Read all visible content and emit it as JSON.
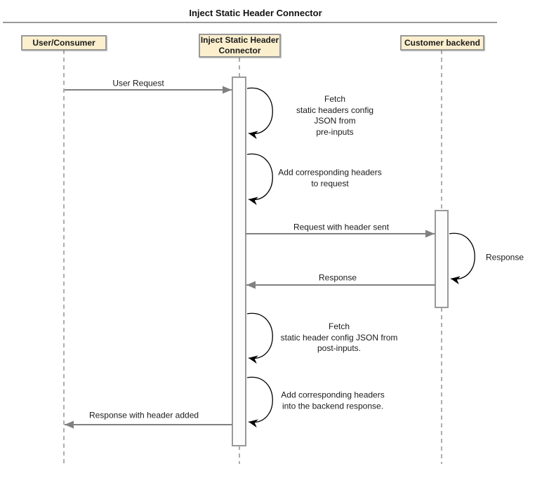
{
  "diagram": {
    "title": "Inject Static Header Connector",
    "participants": [
      {
        "id": "user",
        "label": "User/Consumer"
      },
      {
        "id": "connector",
        "label": "Inject Static Header\nConnector"
      },
      {
        "id": "backend",
        "label": "Customer backend"
      }
    ],
    "messages": [
      {
        "from": "user",
        "to": "connector",
        "label": "User Request"
      },
      {
        "from": "connector",
        "to": "backend",
        "label": "Request with header sent"
      },
      {
        "from": "backend",
        "to": "connector",
        "label": "Response"
      },
      {
        "from": "connector",
        "to": "user",
        "label": "Response with header added"
      }
    ],
    "self_messages": [
      {
        "participant": "connector",
        "label": "Fetch\nstatic headers config\nJSON from\npre-inputs"
      },
      {
        "participant": "connector",
        "label": "Add corresponding headers\nto request"
      },
      {
        "participant": "backend",
        "label": "Response"
      },
      {
        "participant": "connector",
        "label": "Fetch\nstatic header config JSON from\npost-inputs."
      },
      {
        "participant": "connector",
        "label": "Add corresponding headers\ninto the backend response."
      }
    ],
    "colors": {
      "participant_fill": "#FBEFCE",
      "participant_border": "#999999",
      "message_line": "#808080",
      "lifeline": "#999999",
      "self_loop": "#000000",
      "background": "#FFFFFF"
    }
  }
}
